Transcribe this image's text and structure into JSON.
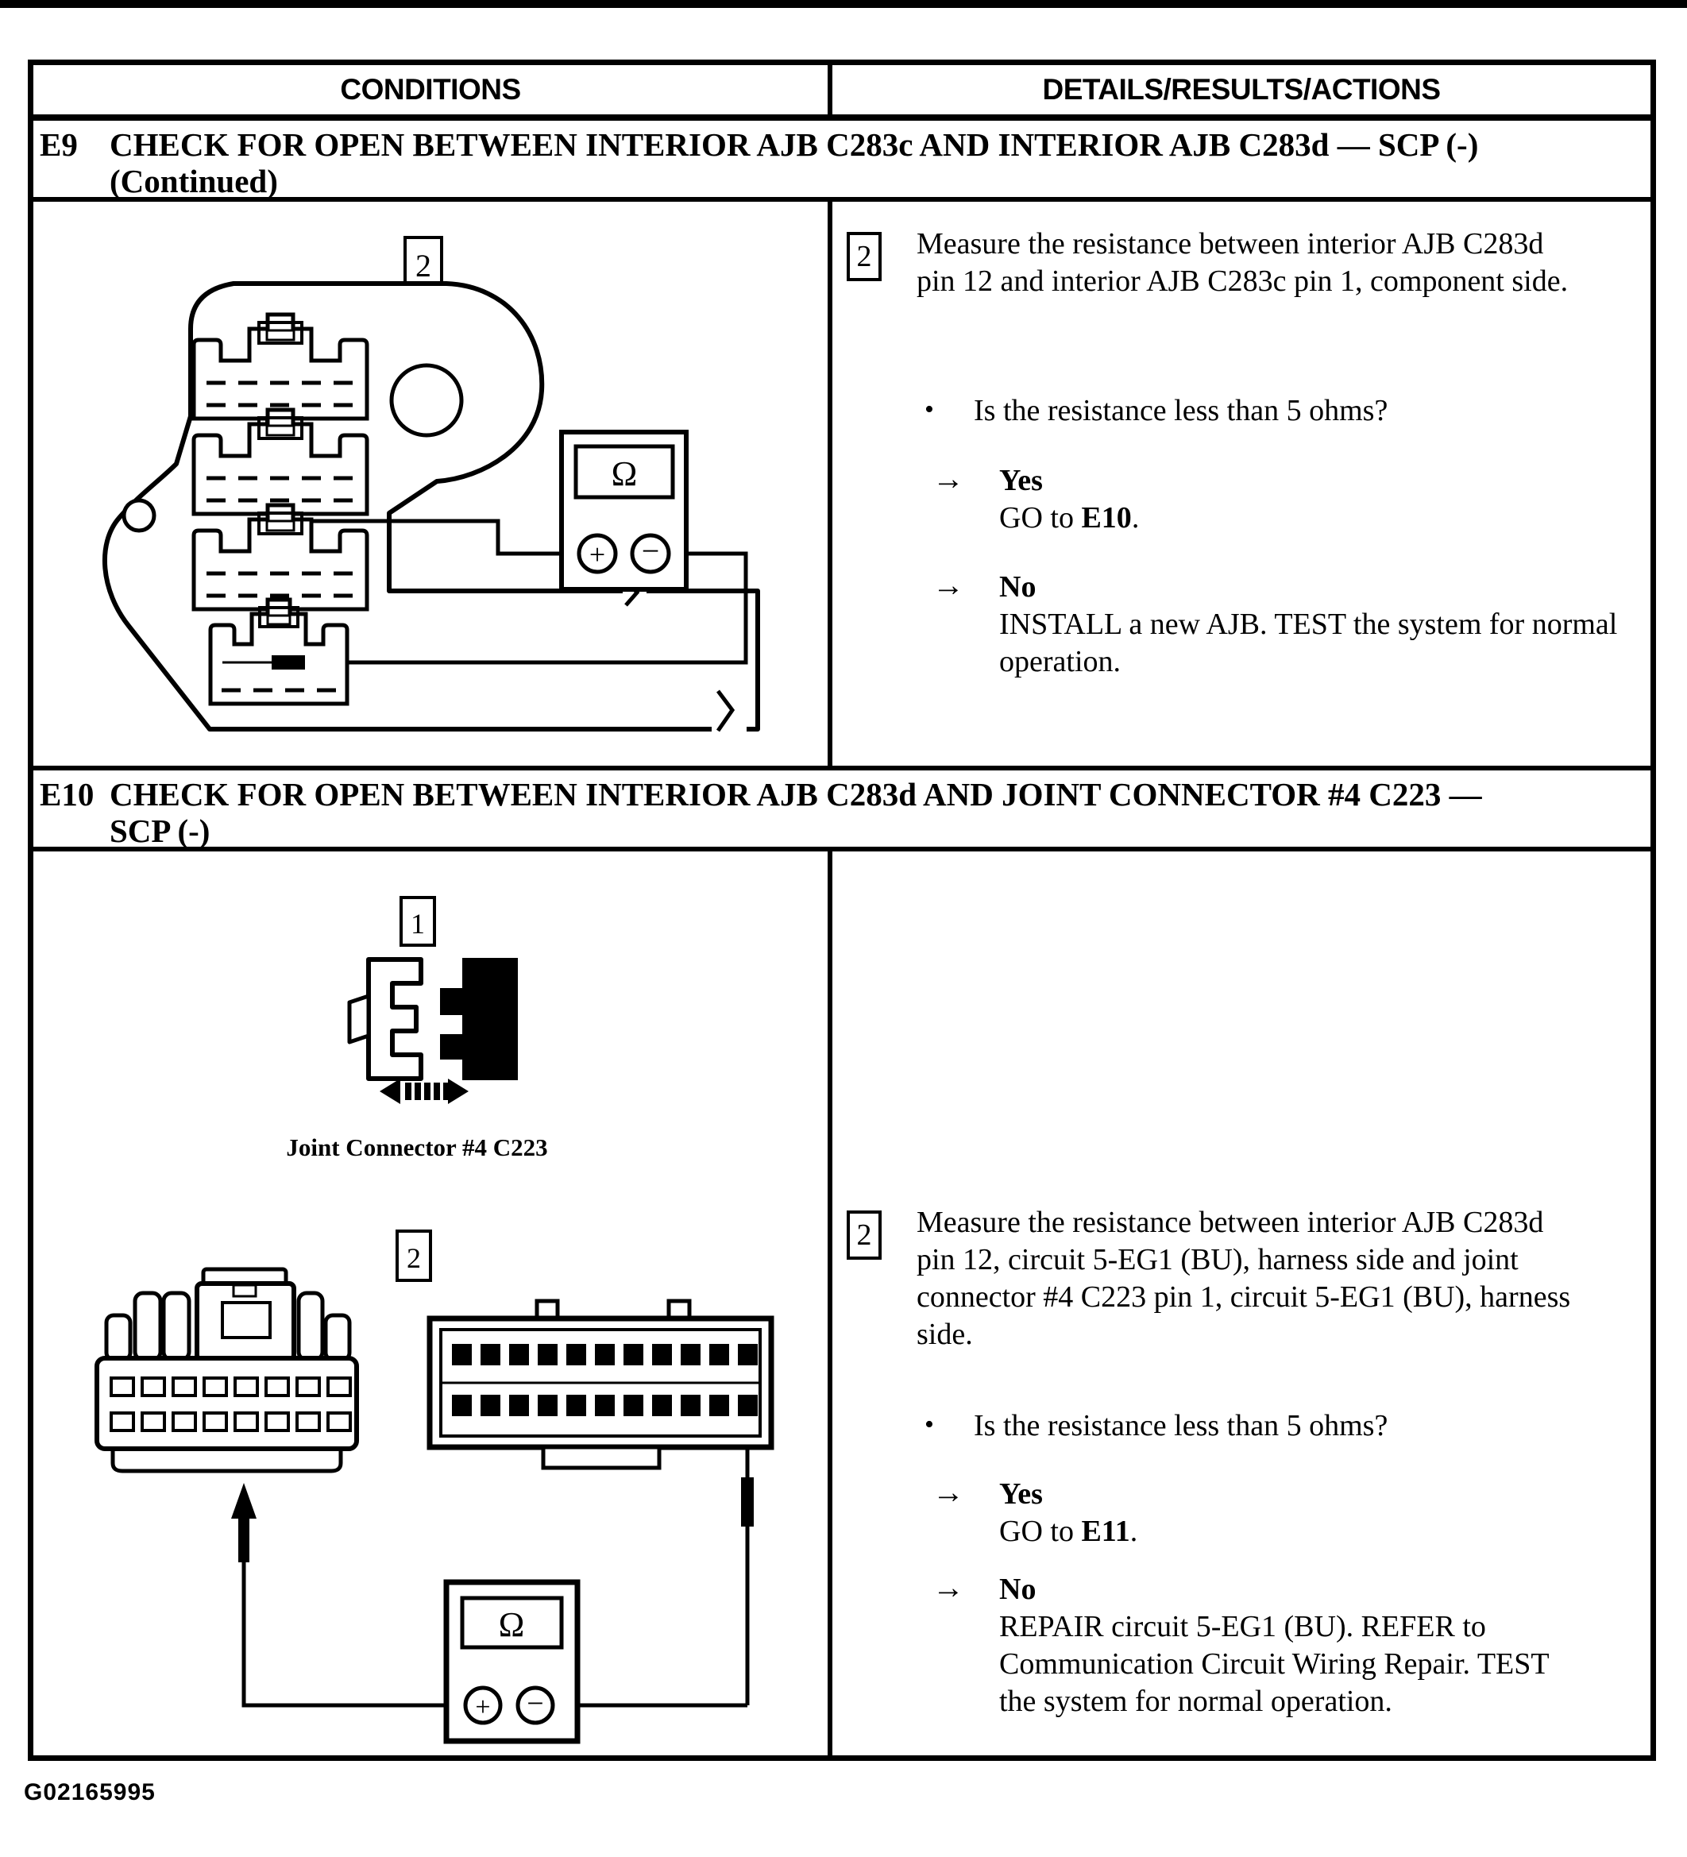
{
  "header": {
    "conditions": "CONDITIONS",
    "details": "DETAILS/RESULTS/ACTIONS"
  },
  "e9": {
    "id": "E9",
    "title_line1": "CHECK FOR OPEN BETWEEN INTERIOR AJB C283c AND INTERIOR AJB C283d — SCP (-)",
    "title_line2": "(Continued)",
    "diagram": {
      "step_label": "2",
      "meter_omega": "Ω",
      "meter_plus": "+",
      "meter_minus": "−"
    },
    "details": {
      "step_label": "2",
      "instruction": "Measure the resistance between interior AJB C283d pin 12 and interior AJB C283c pin 1, component side.",
      "bullet": "•",
      "question": "Is the resistance less than 5 ohms?",
      "arrow": "→",
      "yes_label": "Yes",
      "yes_pre": "GO to ",
      "yes_ref": "E10",
      "yes_post": ".",
      "no_label": "No",
      "no_text": "INSTALL a new AJB. TEST the system for normal operation."
    }
  },
  "e10": {
    "id": "E10",
    "title_line1": "CHECK FOR OPEN BETWEEN INTERIOR AJB C283d AND JOINT CONNECTOR #4 C223 —",
    "title_line2": "SCP (-)",
    "diagram1": {
      "step_label": "1",
      "caption": "Joint Connector #4 C223"
    },
    "diagram2": {
      "step_label": "2",
      "meter_omega": "Ω",
      "meter_plus": "+",
      "meter_minus": "−"
    },
    "details": {
      "step_label": "2",
      "instruction": "Measure the resistance between interior AJB C283d pin 12, circuit 5-EG1 (BU), harness side and joint connector #4 C223 pin 1, circuit 5-EG1 (BU), harness side.",
      "bullet": "•",
      "question": "Is the resistance less than 5 ohms?",
      "arrow": "→",
      "yes_label": "Yes",
      "yes_pre": "GO to ",
      "yes_ref": "E11",
      "yes_post": ".",
      "no_label": "No",
      "no_text": "REPAIR circuit 5-EG1 (BU). REFER to Communication Circuit Wiring Repair. TEST the system for normal operation."
    }
  },
  "footer": {
    "code": "G02165995"
  }
}
